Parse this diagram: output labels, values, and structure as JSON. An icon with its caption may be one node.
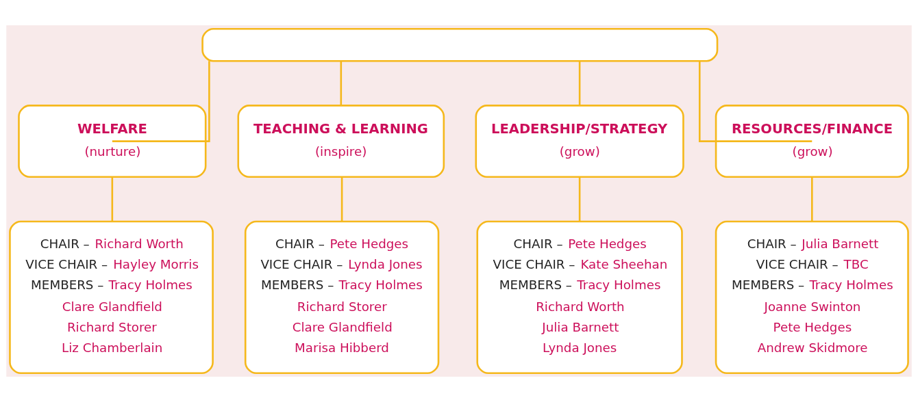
{
  "diagram": {
    "nodes": [
      {
        "text": [],
        "shape": "box"
      },
      {
        "text": [
          "WELFARE",
          "(nurture)"
        ]
      },
      {
        "text": [
          "TEACHING & LEARNING",
          "(inspire)"
        ]
      },
      {
        "text": [
          "LEADERSHIP/STRATEGY",
          "(grow)"
        ]
      },
      {
        "text": [
          "RESOURCES/FINANCE",
          "(grow)"
        ]
      },
      {
        "text": [
          "CHAIR – Richard Worth",
          "VICE CHAIR – Hayley Morris",
          "MEMBERS – Tracy Holmes",
          "Clare Glandfield",
          "Richard Storer",
          "Liz Chamberlain"
        ]
      },
      {
        "text": [
          "CHAIR – Pete Hedges",
          "VICE CHAIR – Lynda Jones",
          "MEMBERS – Tracy Holmes",
          "Richard Storer",
          "Clare Glandfield",
          "Marisa Hibberd"
        ]
      },
      {
        "text": [
          "CHAIR – Pete Hedges",
          "VICE CHAIR – Kate Sheehan",
          "MEMBERS – Tracy Holmes",
          "Richard Worth",
          "Julia Barnett",
          "Lynda Jones"
        ]
      },
      {
        "text": [
          "CHAIR – Julia Barnett",
          "VICE CHAIR – TBC",
          "MEMBERS – Tracy Holmes",
          "Joanne Swinton",
          "Pete Hedges",
          "Andrew Skidmore"
        ]
      }
    ],
    "edges": [
      {
        "from": 0,
        "to": 1,
        "arrow": "none"
      },
      {
        "from": 0,
        "to": 2,
        "arrow": "none"
      },
      {
        "from": 0,
        "to": 3,
        "arrow": "none"
      },
      {
        "from": 0,
        "to": 4,
        "arrow": "none"
      },
      {
        "from": 1,
        "to": 5,
        "arrow": "none"
      },
      {
        "from": 2,
        "to": 6,
        "arrow": "none"
      },
      {
        "from": 3,
        "to": 7,
        "arrow": "none"
      },
      {
        "from": 4,
        "to": 8,
        "arrow": "none"
      }
    ]
  }
}
